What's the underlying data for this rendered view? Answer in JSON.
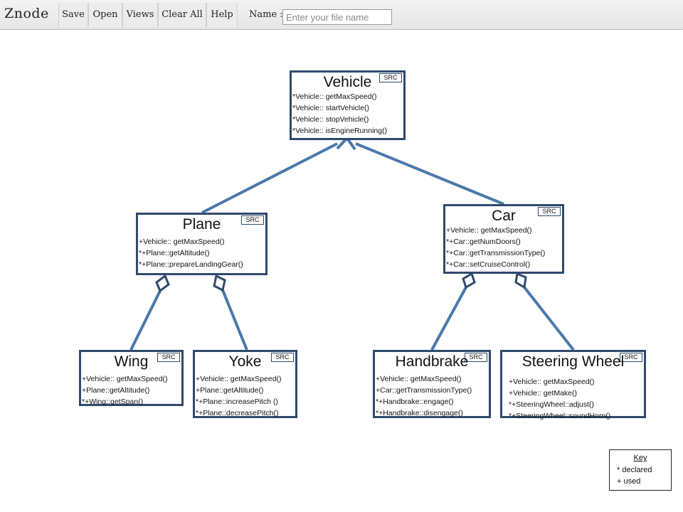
{
  "toolbar": {
    "brand": "Znode",
    "buttons": [
      "Save",
      "Open",
      "Views",
      "Clear All",
      "Help"
    ],
    "name_label": "Name :",
    "name_placeholder": "Enter your file name",
    "name_value": ""
  },
  "diagram": {
    "line_color": "#4a78aa",
    "node_border_color": "#2e4a6c",
    "nodes": [
      {
        "id": "vehicle",
        "title": "Vehicle",
        "badge": "SRC",
        "methods": [
          "*Vehicle:: getMaxSpeed()",
          "*Vehicle:: startVehicle()",
          "*Vehicle:: stopVehicle()",
          "*Vehicle:: isEngineRunning()"
        ]
      },
      {
        "id": "plane",
        "title": "Plane",
        "badge": "SRC",
        "methods": [
          "+Vehicle:: getMaxSpeed()",
          "*+Plane::getAltitude()",
          "*+Plane::prepareLandingGear()"
        ]
      },
      {
        "id": "car",
        "title": "Car",
        "badge": "SRC",
        "methods": [
          "+Vehicle:: getMaxSpeed()",
          "*+Car::getNumDoors()",
          "*+Car::getTransmissionType()",
          "*+Car::setCruiseControl()"
        ]
      },
      {
        "id": "wing",
        "title": "Wing",
        "badge": "SRC",
        "methods": [
          "+Vehicle:: getMaxSpeed()",
          "+Plane::getAltitude()",
          "*+Wing::getSpan()"
        ]
      },
      {
        "id": "yoke",
        "title": "Yoke",
        "badge": "SRC",
        "methods": [
          "+Vehicle:: getMaxSpeed()",
          "+Plane::getAltitude()",
          "*+Plane::increasePitch ()",
          "*+Plane::decreasePitch()"
        ]
      },
      {
        "id": "handbrake",
        "title": "Handbrake",
        "badge": "SRC",
        "methods": [
          "+Vehicle:: getMaxSpeed()",
          "+Car::getTransmissionType()",
          "*+Handbrake::engage()",
          "*+Handbrake::disengage()"
        ]
      },
      {
        "id": "steering-wheel",
        "title": "Steering Wheel",
        "badge": "SRC",
        "methods": [
          "+Vehicle:: getMaxSpeed()",
          "+Vehicle:: getMake()",
          "*+SteeringWheel::adjust()",
          "*+SteeringWheel::soundHorn()"
        ]
      }
    ],
    "relations": [
      {
        "from": "plane",
        "to": "vehicle",
        "type": "inheritance"
      },
      {
        "from": "car",
        "to": "vehicle",
        "type": "inheritance"
      },
      {
        "from": "wing",
        "to": "plane",
        "type": "aggregation"
      },
      {
        "from": "yoke",
        "to": "plane",
        "type": "aggregation"
      },
      {
        "from": "handbrake",
        "to": "car",
        "type": "aggregation"
      },
      {
        "from": "steering-wheel",
        "to": "car",
        "type": "aggregation"
      }
    ]
  },
  "key": {
    "title": "Key",
    "lines": [
      "* declared",
      "+ used"
    ]
  }
}
